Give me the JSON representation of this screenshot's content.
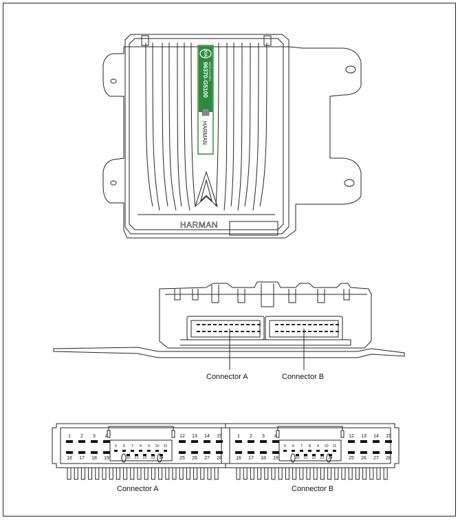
{
  "module_label": {
    "brand": "KIA",
    "part_number": "96370-G5100",
    "small_text": "MADE IN KOREA",
    "side_brand": "HARMAN"
  },
  "embossed_brand": "HARMAN",
  "callouts": {
    "connector_a": "Connector A",
    "connector_b": "Connector B"
  },
  "pinout": {
    "connector_a_label": "Connector A",
    "connector_b_label": "Connector B",
    "top_left_pins": [
      "1",
      "2",
      "3",
      "4"
    ],
    "top_right_pins": [
      "12",
      "13",
      "14",
      "15"
    ],
    "center_top_pins": [
      "5",
      "6",
      "7",
      "8",
      "9",
      "10",
      "11"
    ],
    "center_bottom_pins": [
      "20",
      "21",
      "22",
      "23",
      "24"
    ],
    "bottom_left_pins": [
      "16",
      "17",
      "18",
      "19"
    ],
    "bottom_right_pins": [
      "25",
      "26",
      "27",
      "28"
    ]
  },
  "colors": {
    "label_green": "#2e8b3e",
    "line": "#222222"
  }
}
